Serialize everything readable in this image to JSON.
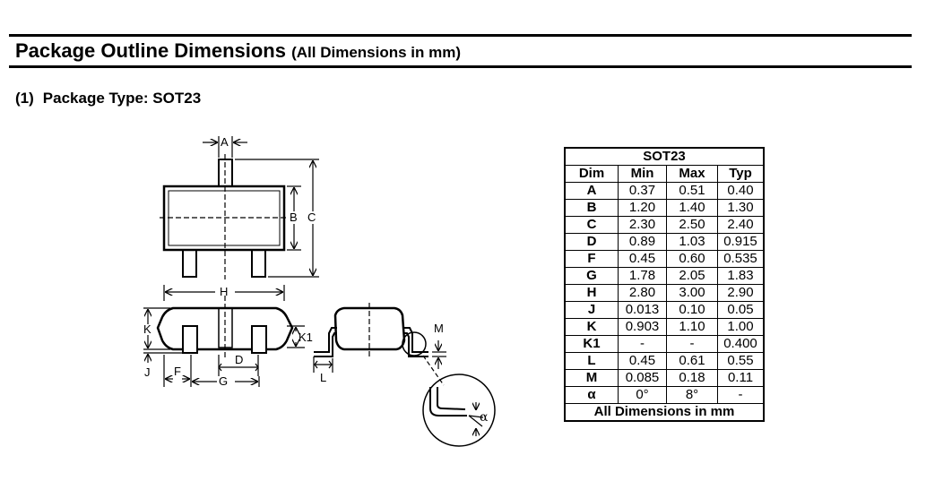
{
  "header": {
    "title": "Package Outline Dimensions",
    "subtitle": "(All Dimensions in mm)"
  },
  "package": {
    "number": "(1)",
    "label": "Package Type: SOT23"
  },
  "drawing_labels": {
    "A": "A",
    "B": "B",
    "C": "C",
    "H": "H",
    "K": "K",
    "K1": "K1",
    "J": "J",
    "D": "D",
    "F": "F",
    "G": "G",
    "L": "L",
    "M": "M",
    "alpha": "α"
  },
  "table": {
    "title": "SOT23",
    "headers": [
      "Dim",
      "Min",
      "Max",
      "Typ"
    ],
    "rows": [
      [
        "A",
        "0.37",
        "0.51",
        "0.40"
      ],
      [
        "B",
        "1.20",
        "1.40",
        "1.30"
      ],
      [
        "C",
        "2.30",
        "2.50",
        "2.40"
      ],
      [
        "D",
        "0.89",
        "1.03",
        "0.915"
      ],
      [
        "F",
        "0.45",
        "0.60",
        "0.535"
      ],
      [
        "G",
        "1.78",
        "2.05",
        "1.83"
      ],
      [
        "H",
        "2.80",
        "3.00",
        "2.90"
      ],
      [
        "J",
        "0.013",
        "0.10",
        "0.05"
      ],
      [
        "K",
        "0.903",
        "1.10",
        "1.00"
      ],
      [
        "K1",
        "-",
        "-",
        "0.400"
      ],
      [
        "L",
        "0.45",
        "0.61",
        "0.55"
      ],
      [
        "M",
        "0.085",
        "0.18",
        "0.11"
      ],
      [
        "α",
        "0°",
        "8°",
        "-"
      ]
    ],
    "footer": "All Dimensions in mm"
  }
}
